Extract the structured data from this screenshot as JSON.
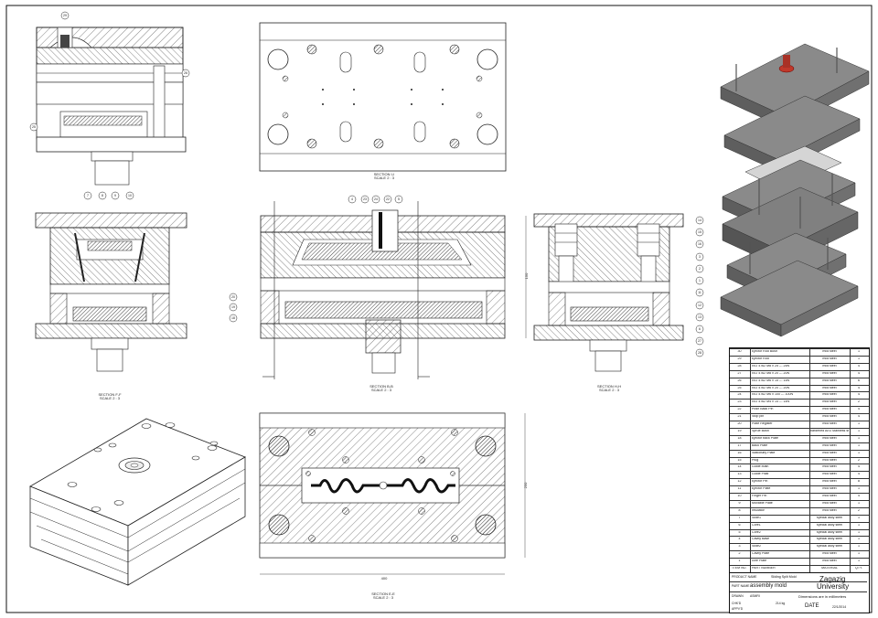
{
  "section_labels": {
    "top_left": "",
    "top_middle": "SECTION I-I\nSCALE 2 : 3",
    "mid_left": "SECTION F-F\nSCALE 2 : 3",
    "mid_middle": "SECTION B-B\nSCALE 2 : 3",
    "mid_right": "SECTION H-H\nSCALE 2 : 3",
    "bottom_middle": "SECTION E-E\nSCALE 2 : 3"
  },
  "dimensions": {
    "width_bottom": "400",
    "height_side": "250",
    "height_mid": "150"
  },
  "balloons": {
    "top_left": [
      "29",
      "26",
      "25"
    ],
    "mid_left": [
      "7",
      "8",
      "9",
      "10"
    ],
    "mid_middle_top": [
      "4",
      "23",
      "24",
      "22",
      "5"
    ],
    "mid_middle_left": [
      "20",
      "19",
      "18"
    ],
    "mid_right": [
      "14",
      "15",
      "16",
      "3",
      "2",
      "1",
      "11",
      "12",
      "13",
      "6",
      "27",
      "28"
    ]
  },
  "bom": {
    "rows": [
      {
        "item": "30",
        "name": "Ejector Rod Bush",
        "material": "mild steel",
        "qty": "1"
      },
      {
        "item": "29",
        "name": "Ejector Rod",
        "material": "mild steel",
        "qty": "1"
      },
      {
        "item": "28",
        "name": "ISO 4762 M8 x 25 --- 25N",
        "material": "mild steel",
        "qty": "4"
      },
      {
        "item": "27",
        "name": "ISO 4762 M8 x 20 --- 20N",
        "material": "mild steel",
        "qty": "4"
      },
      {
        "item": "26",
        "name": "ISO 4762 M6 x 15 --- 15N",
        "material": "mild steel",
        "qty": "6"
      },
      {
        "item": "25",
        "name": "ISO 4762 M6 x 20 --- 20N",
        "material": "mild steel",
        "qty": "4"
      },
      {
        "item": "24",
        "name": "ISO 4762 M6 x 100 --- 100N",
        "material": "mild steel",
        "qty": "4"
      },
      {
        "item": "23",
        "name": "ISO 4762 M4 x 14 --- 14N",
        "material": "mild steel",
        "qty": "2"
      },
      {
        "item": "22",
        "name": "Push Back Pin",
        "material": "mild steel",
        "qty": "4"
      },
      {
        "item": "21",
        "name": "Stop pin",
        "material": "mild steel",
        "qty": "4"
      },
      {
        "item": "20",
        "name": "Plate Register",
        "material": "mild steel",
        "qty": "1"
      },
      {
        "item": "19",
        "name": "Sprue Bush",
        "material": "hardened AISI Stainless steel bronz",
        "qty": "1"
      },
      {
        "item": "18",
        "name": "Ejector back Plate",
        "material": "mild steel",
        "qty": "1"
      },
      {
        "item": "17",
        "name": "Back Plate",
        "material": "mild steel",
        "qty": "1"
      },
      {
        "item": "16",
        "name": "Stationary Plate",
        "material": "mild steel",
        "qty": "1"
      },
      {
        "item": "15",
        "name": "Plug",
        "material": "mild steel",
        "qty": "2"
      },
      {
        "item": "14",
        "name": "Guide bush",
        "material": "mild steel",
        "qty": "4"
      },
      {
        "item": "13",
        "name": "Guide Pillar",
        "material": "mild steel",
        "qty": "4"
      },
      {
        "item": "12",
        "name": "Ejector Pin",
        "material": "mild steel",
        "qty": "8"
      },
      {
        "item": "11",
        "name": "Ejector Plate",
        "material": "mild steel",
        "qty": "1"
      },
      {
        "item": "10",
        "name": "Finger Pin",
        "material": "mild steel",
        "qty": "4"
      },
      {
        "item": "9",
        "name": "Movable Plate",
        "material": "mild steel",
        "qty": "1"
      },
      {
        "item": "8",
        "name": "Insulator",
        "material": "mild steel",
        "qty": "2"
      },
      {
        "item": "7",
        "name": "Slide1",
        "material": "special alloy steel",
        "qty": "1"
      },
      {
        "item": "6",
        "name": "Core1",
        "material": "special alloy steel",
        "qty": "1"
      },
      {
        "item": "5",
        "name": "Core2",
        "material": "special alloy steel",
        "qty": "1"
      },
      {
        "item": "4",
        "name": "Cavity Base",
        "material": "special alloy steel",
        "qty": "1"
      },
      {
        "item": "3",
        "name": "Slide2",
        "material": "special alloy steel",
        "qty": "1"
      },
      {
        "item": "2",
        "name": "Cavity Plate",
        "material": "mild steel",
        "qty": "1"
      },
      {
        "item": "1",
        "name": "core Plate",
        "material": "mild steel",
        "qty": "1"
      }
    ],
    "header": {
      "item": "ITEM NO.",
      "name": "PART NUMBER",
      "material": "MATERIAL",
      "qty": "QTY."
    }
  },
  "title_block": {
    "product_name_label": "PRODUCT NAME",
    "product_name": "Sliding Split Mold",
    "part_name_label": "PART NAME",
    "part_name": "assembly mold",
    "university_line1": "Zagazig",
    "university_line2": "University",
    "drawn_label": "DRAWN",
    "drawn_by": "ASMRI",
    "checked_label": "CHK'D",
    "approved_label": "APPV'D",
    "weight": "214 kg",
    "note": "Dimensions are in millimeters",
    "date_label": "DATE",
    "date_value": "22/1/2014"
  }
}
